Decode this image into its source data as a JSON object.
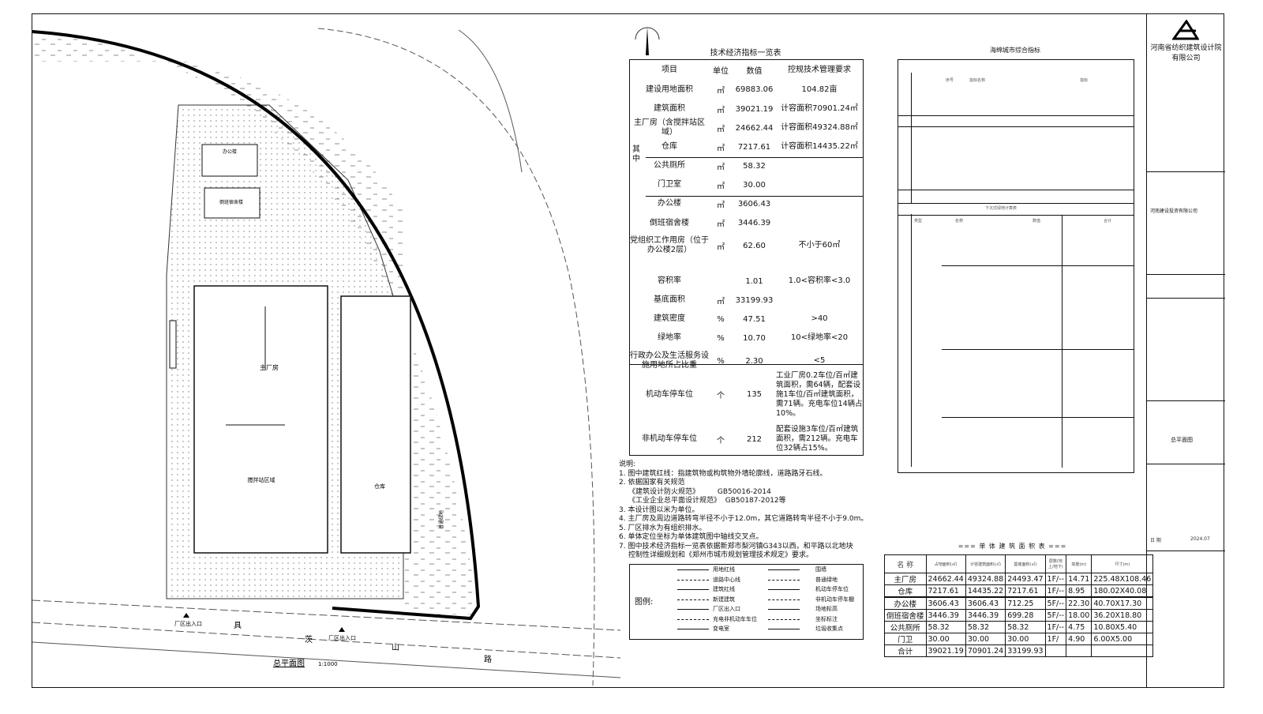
{
  "site_plan": {
    "title": "总平面图",
    "scale": "1:1000",
    "road_chars": [
      "具",
      "茨",
      "山",
      "路"
    ],
    "entrance_label": "厂区出入口",
    "main_building": "主厂房",
    "mixing_station": "搅拌站区域",
    "warehouse": "仓库",
    "office": "办公楼",
    "dorm": "倒班宿舍楼",
    "green": "普通绿地"
  },
  "tech_table": {
    "title": "技术经济指标一览表",
    "side_label": "其中",
    "headers": [
      "项目",
      "单位",
      "数值",
      "控规技术管理要求"
    ],
    "rows": [
      {
        "item": "建设用地面积",
        "unit": "㎡",
        "value": "69883.06",
        "req": "104.82亩"
      },
      {
        "item": "建筑面积",
        "unit": "㎡",
        "value": "39021.19",
        "req": "计容面积70901.24㎡"
      },
      {
        "item": "主厂房（含搅拌站区域）",
        "unit": "㎡",
        "value": "24662.44",
        "req": "计容面积49324.88㎡"
      },
      {
        "item": "仓库",
        "unit": "㎡",
        "value": "7217.61",
        "req": "计容面积14435.22㎡"
      },
      {
        "item": "公共厕所",
        "unit": "㎡",
        "value": "58.32",
        "req": ""
      },
      {
        "item": "门卫室",
        "unit": "㎡",
        "value": "30.00",
        "req": ""
      },
      {
        "item": "办公楼",
        "unit": "㎡",
        "value": "3606.43",
        "req": ""
      },
      {
        "item": "倒班宿舍楼",
        "unit": "㎡",
        "value": "3446.39",
        "req": ""
      },
      {
        "item": "党组织工作用房（位于办公楼2层）",
        "unit": "㎡",
        "value": "62.60",
        "req": "不小于60㎡"
      },
      {
        "item": "容积率",
        "unit": "",
        "value": "1.01",
        "req": "1.0<容积率<3.0"
      },
      {
        "item": "基底面积",
        "unit": "㎡",
        "value": "33199.93",
        "req": ""
      },
      {
        "item": "建筑密度",
        "unit": "%",
        "value": "47.51",
        "req": ">40"
      },
      {
        "item": "绿地率",
        "unit": "%",
        "value": "10.70",
        "req": "10<绿地率<20"
      },
      {
        "item": "行政办公及生活服务设施用地所占比重",
        "unit": "%",
        "value": "2.30",
        "req": "<5"
      },
      {
        "item": "机动车停车位",
        "unit": "个",
        "value": "135",
        "req": "工业厂房0.2车位/百㎡建筑面积，需64辆，配套设施1车位/百㎡建筑面积，需71辆。充电车位14辆占10%。"
      },
      {
        "item": "非机动车停车位",
        "unit": "个",
        "value": "212",
        "req": "配套设施3车位/百㎡建筑面积，需212辆。充电车位32辆占15%。"
      }
    ]
  },
  "sponge_table": {
    "title": "海绵城市综合指标",
    "headers": [
      "序号",
      "指标名称",
      "指标"
    ],
    "sub_title": "下沉式绿地计算表",
    "sub_headers": [
      "类型",
      "名称",
      "数值",
      "合计"
    ]
  },
  "notes": {
    "title": "说明:",
    "items": [
      "1. 图中建筑红线：指建筑物或构筑物外墙轮廓线，道路路牙石线。",
      "2. 依据国家有关规范",
      "《建筑设计防火规范》        GB50016-2014",
      "《工业企业总平面设计规范》  GB50187-2012等",
      "3. 本设计图以米为单位。",
      "4. 主厂房及周边道路转弯半径不小于12.0m，其它道路转弯半径不小于9.0m。",
      "5. 厂区排水为有组织排水。",
      "6. 单体定位坐标为单体建筑图中轴线交叉点。",
      "7. 图中技术经济指标一览表依据新郑市梨河镇G343以西，和平路以北地块",
      "控制性详细规划和《郑州市城市规划管理技术规定》要求。"
    ]
  },
  "legend": {
    "title": "图例:",
    "left": [
      "用地红线",
      "道路中心线",
      "建筑红线",
      "新建建筑",
      "厂区出入口",
      "充电非机动车车位",
      "变电室"
    ],
    "right": [
      "围墙",
      "普通绿地",
      "机动车停车位",
      "非机动车停车棚",
      "场地标高",
      "坐标标注",
      "垃圾收集点"
    ]
  },
  "unit_table": {
    "title": "=== 单 体 建 筑 面 积 表 ===",
    "headers": [
      "名 称",
      "占地面积(㎡)",
      "计容建筑面积(㎡)",
      "基底面积(㎡)",
      "层数(地上/地下)",
      "高度(m)",
      "尺寸(m)"
    ],
    "rows": [
      [
        "主厂房",
        "24662.44",
        "49324.88",
        "24493.47",
        "1F/--",
        "14.71",
        "225.48X108.46"
      ],
      [
        "仓库",
        "7217.61",
        "14435.22",
        "7217.61",
        "1F/--",
        "8.95",
        "180.02X40.08"
      ],
      [
        "办公楼",
        "3606.43",
        "3606.43",
        "712.25",
        "5F/--",
        "22.30",
        "40.70X17.30"
      ],
      [
        "倒班宿舍楼",
        "3446.39",
        "3446.39",
        "699.28",
        "5F/--",
        "18.00",
        "36.20X18.80"
      ],
      [
        "公共厕所",
        "58.32",
        "58.32",
        "58.32",
        "1F/--",
        "4.75",
        "10.80X5.40"
      ],
      [
        "门卫",
        "30.00",
        "30.00",
        "30.00",
        "1F/",
        "4.90",
        "6.00X5.00"
      ],
      [
        "合计",
        "39021.19",
        "70901.24",
        "33199.93",
        "",
        "",
        ""
      ]
    ]
  },
  "title_block": {
    "company": "河南省纺织建筑设计院有限公司",
    "client": "河南建设投资有限公司",
    "sheet_title": "总平面图",
    "date_label": "日 期",
    "date": "2024.07"
  },
  "colors": {
    "ink": "#111111",
    "paper": "#ffffff"
  }
}
